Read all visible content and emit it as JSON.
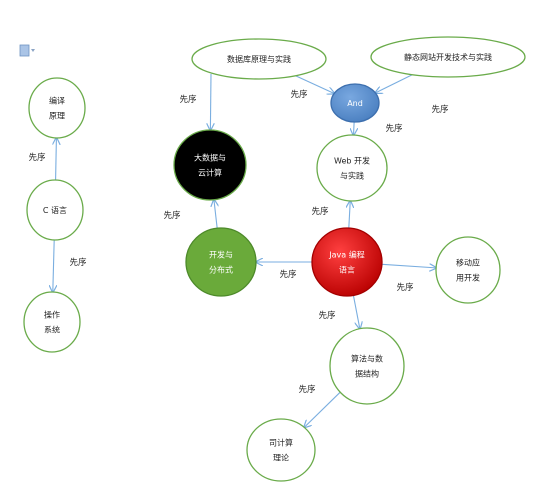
{
  "toolbar_icon": "document-icon",
  "edge_label": "先序",
  "nodes": {
    "compiler": {
      "lines": [
        "编译",
        "原理"
      ],
      "fill": "#ffffff",
      "stroke": "#6aab4a",
      "text": "#222222"
    },
    "c_lang": {
      "lines": [
        "C 语言"
      ],
      "fill": "#ffffff",
      "stroke": "#6aab4a",
      "text": "#222222"
    },
    "os": {
      "lines": [
        "操作",
        "系统"
      ],
      "fill": "#ffffff",
      "stroke": "#6aab4a",
      "text": "#222222"
    },
    "database": {
      "lines": [
        "数据库原理与实践"
      ],
      "fill": "#ffffff",
      "stroke": "#6aab4a",
      "text": "#222222"
    },
    "static_web": {
      "lines": [
        "静态网站开发技术与实践"
      ],
      "fill": "#ffffff",
      "stroke": "#6aab4a",
      "text": "#222222"
    },
    "and": {
      "lines": [
        "And"
      ],
      "fill": "#5b8fcf",
      "stroke": "#3d6fae",
      "text": "#ffffff"
    },
    "bigdata": {
      "lines": [
        "大数据与",
        "云计算"
      ],
      "fill": "#000000",
      "stroke": "#6aab4a",
      "text": "#ffffff"
    },
    "web_dev": {
      "lines": [
        "Web 开发",
        "与实践"
      ],
      "fill": "#ffffff",
      "stroke": "#6aab4a",
      "text": "#222222"
    },
    "distributed": {
      "lines": [
        "开发与",
        "分布式"
      ],
      "fill": "#6aaa3a",
      "stroke": "#4d8a2a",
      "text": "#ffffff"
    },
    "java": {
      "lines": [
        "Java 编程",
        "语言"
      ],
      "fill": "#cc0000",
      "stroke": "#a30000",
      "text": "#ffffff"
    },
    "mobile": {
      "lines": [
        "移动应",
        "用开发"
      ],
      "fill": "#ffffff",
      "stroke": "#6aab4a",
      "text": "#222222"
    },
    "algo": {
      "lines": [
        "算法与数",
        "据结构"
      ],
      "fill": "#ffffff",
      "stroke": "#6aab4a",
      "text": "#222222"
    },
    "theory": {
      "lines": [
        "司计算",
        "理论"
      ],
      "fill": "#ffffff",
      "stroke": "#6aab4a",
      "text": "#222222"
    }
  },
  "edge_color": "#7aaee0"
}
